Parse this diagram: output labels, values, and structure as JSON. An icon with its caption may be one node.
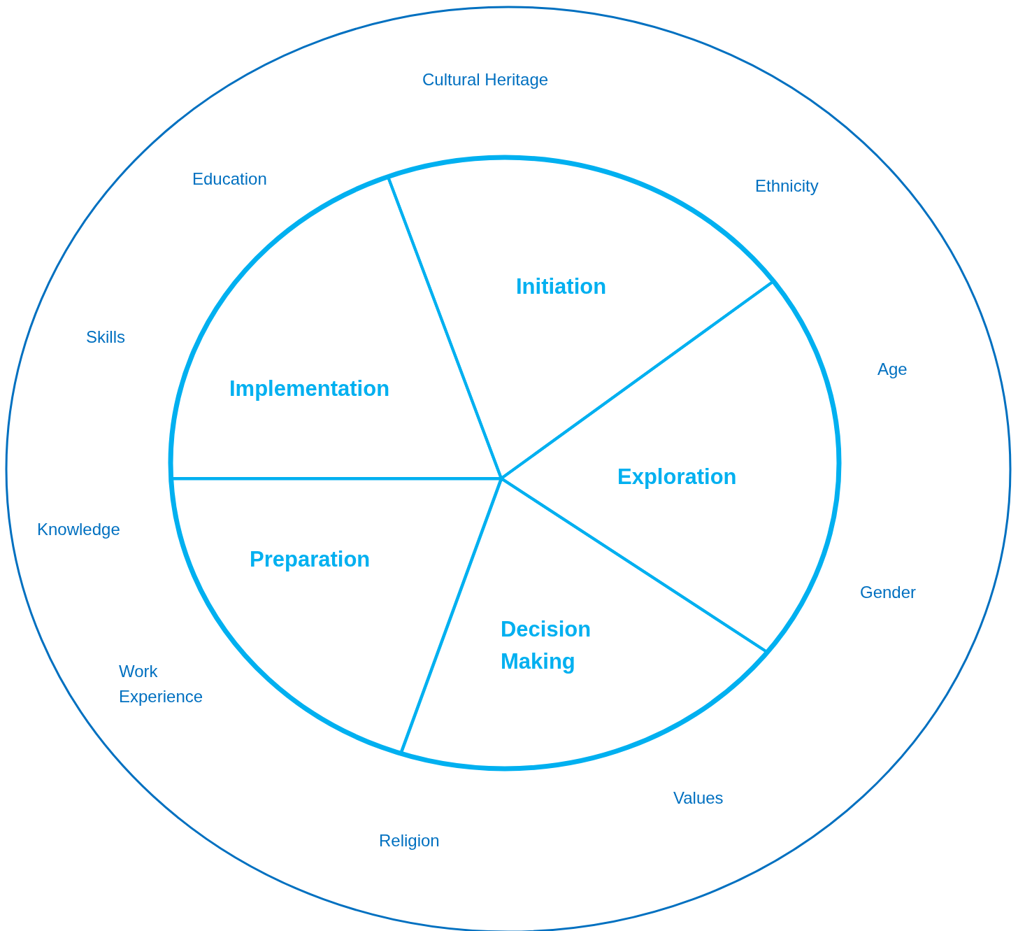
{
  "diagram": {
    "nodes": [
      {
        "text": [],
        "shape": "circle"
      },
      {
        "text": [],
        "shape": "circle",
        "in": 0
      },
      {
        "text": [
          "Initiation"
        ],
        "in": 1
      },
      {
        "text": [
          "Implementation"
        ],
        "in": 1
      },
      {
        "text": [
          "Exploration"
        ],
        "in": 1
      },
      {
        "text": [
          "Preparation"
        ],
        "in": 1
      },
      {
        "text": [
          "Decision Making"
        ],
        "in": 1
      }
    ],
    "labels": [
      "Cultural Heritage",
      "Education",
      "Ethnicity",
      "Skills",
      "Age",
      "Knowledge",
      "Gender",
      "Work Experience",
      "Values",
      "Religion"
    ]
  }
}
